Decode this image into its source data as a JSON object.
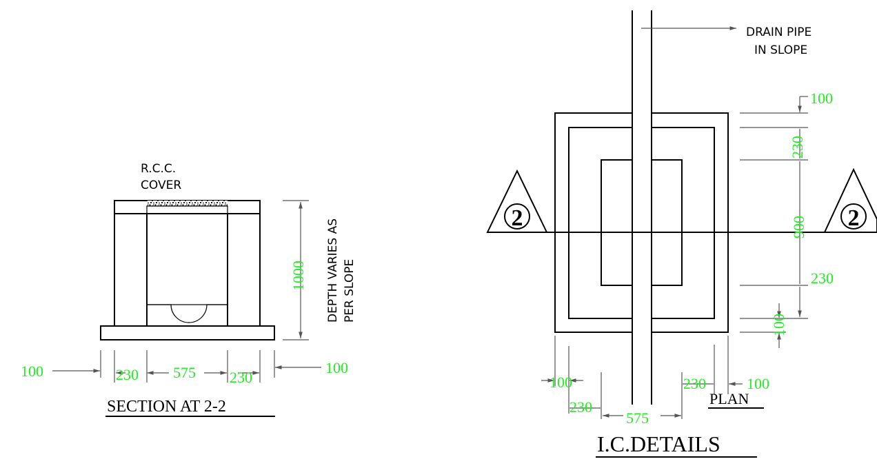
{
  "labels": {
    "rcc_cover_line1": "R.C.C.",
    "rcc_cover_line2": "COVER",
    "depth_line1": "DEPTH VARIES AS",
    "depth_line2": "PER SLOPE",
    "section_title": "SECTION AT 2-2",
    "drain_pipe_line1": "DRAIN PIPE",
    "drain_pipe_line2": "IN SLOPE",
    "plan_title": "PLAN",
    "main_title": "I.C.DETAILS",
    "section_marker": "2"
  },
  "section_dims": {
    "left_100": "100",
    "wall_left_230": "230",
    "inner_575": "575",
    "wall_right_230": "230",
    "right_100": "100",
    "depth_1000": "1000"
  },
  "plan_dims": {
    "top_100": "100",
    "top_230": "230",
    "mid_900": "900",
    "bottom_230": "230",
    "bottom_100": "100",
    "b_left_100": "100",
    "b_left_230": "230",
    "b_575": "575",
    "b_right_230": "230",
    "b_right_100": "100"
  },
  "colors": {
    "dimension_text": "#22ee22",
    "line": "#000000"
  }
}
